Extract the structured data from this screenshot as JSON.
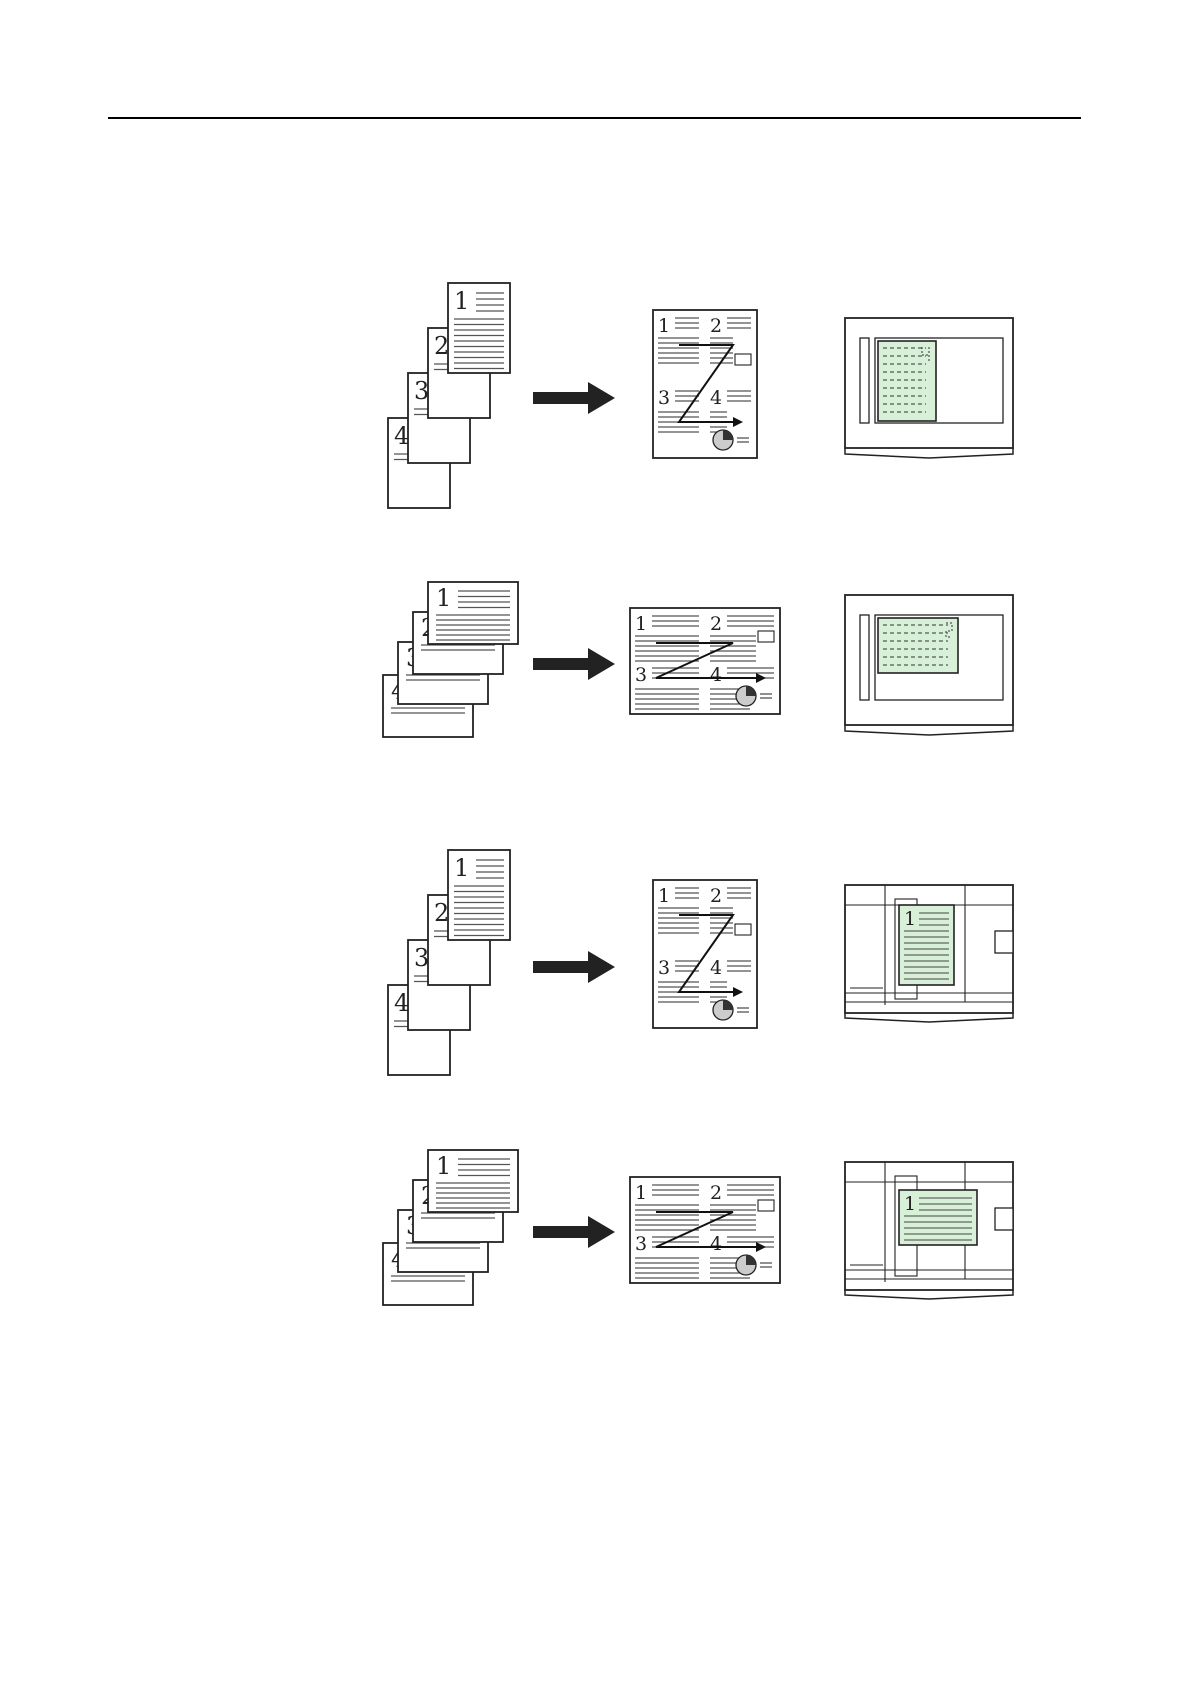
{
  "page_numbers": [
    "1",
    "2",
    "3",
    "4"
  ],
  "rows": [
    {
      "id": "portrait-platen",
      "original": "portrait",
      "result": "portrait",
      "placement": "platen-dashed"
    },
    {
      "id": "landscape-platen",
      "original": "landscape",
      "result": "landscape",
      "placement": "platen-dashed"
    },
    {
      "id": "portrait-feeder",
      "original": "portrait",
      "result": "portrait",
      "placement": "feeder-page"
    },
    {
      "id": "landscape-feeder",
      "original": "landscape",
      "result": "landscape",
      "placement": "feeder-page"
    }
  ],
  "colors": {
    "highlight": "#d8efd8",
    "ink": "#222222",
    "line": "#555555"
  },
  "icons": [
    "arrow-right-icon",
    "pie-chart-icon",
    "document-icon",
    "scanner-icon"
  ]
}
